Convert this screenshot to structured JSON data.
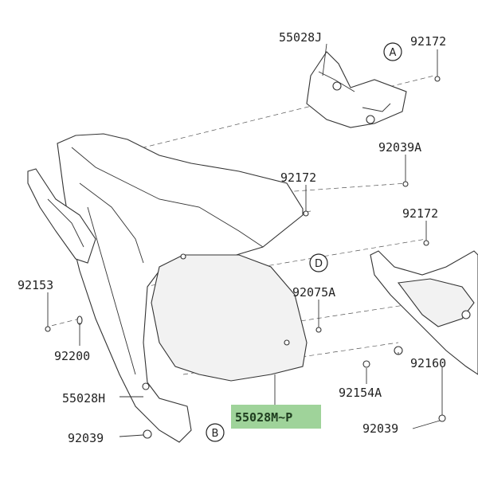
{
  "diagram": {
    "highlight_color": "#9fd39a",
    "labels": {
      "p55028J": "55028J",
      "p92172_top": "92172",
      "p92039A": "92039A",
      "p92172_mid": "92172",
      "p92172_right": "92172",
      "p92153": "92153",
      "p92075A": "92075A",
      "p92200": "92200",
      "p92160": "92160",
      "p55028H": "55028H",
      "p92154A": "92154A",
      "p55028MP": "55028M~P",
      "p92039_left": "92039",
      "p92039_right": "92039"
    },
    "callouts": {
      "A": "A",
      "B": "B",
      "D": "D"
    }
  }
}
